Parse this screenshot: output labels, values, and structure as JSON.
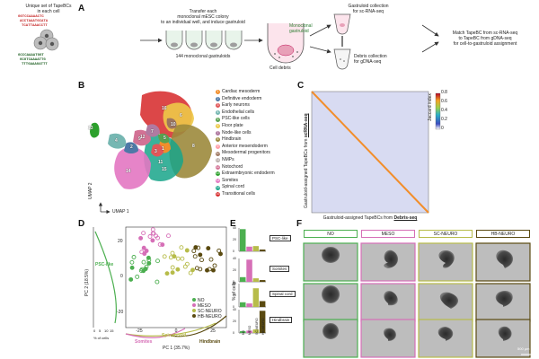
{
  "panels": {
    "a": "A",
    "b": "B",
    "c": "C",
    "d": "D",
    "e": "E",
    "f": "F"
  },
  "panel_a": {
    "barcode_title": "Unique set of TapeBCs\nin each cell",
    "seq_top": [
      "GGTCCAAAACTC",
      "ACCTAAATGCATA",
      "TCATTAAACCTT"
    ],
    "seq_bottom": [
      "GCCCAAAATGGT",
      "GCGTCAAAATTG",
      "TTTGAAAGATTT"
    ],
    "transfer_text": "Transfer each\nmonoclonal mESC colony\nto an individual well, and induce gastruloid",
    "count_text": "144 monoclonal gastruloids",
    "monoclonal_label": "Monoclonal\ngastruloid",
    "debris_label": "Cell debris",
    "scrna_text": "Gastruloid collection\nfor sc-RNA-seq",
    "gdna_text": "Debris collection\nfor gDNA-seq",
    "match_text": "Match TapeBC from sc-RNA-seq\nto TapeBC from gDNA-seq\nfor cell-to-gastruloid assignment"
  },
  "panel_b": {
    "umap_x": "UMAP 1",
    "umap_y": "UMAP 2",
    "cluster_numbers": [
      "1",
      "2",
      "3",
      "4",
      "5",
      "6",
      "7",
      "8",
      "9",
      "10",
      "11",
      "12",
      "13",
      "14",
      "15",
      "16"
    ],
    "clusters": [
      {
        "n": "1",
        "label": "Cardiac mesoderm",
        "color": "#f28e2b"
      },
      {
        "n": "2",
        "label": "Definitive endoderm",
        "color": "#4e79a7"
      },
      {
        "n": "3",
        "label": "Early neurons",
        "color": "#e15759"
      },
      {
        "n": "4",
        "label": "Endothelial cells",
        "color": "#76b7b2"
      },
      {
        "n": "5",
        "label": "PSC-like cells",
        "color": "#59a14f"
      },
      {
        "n": "6",
        "label": "Floor plate",
        "color": "#edc948"
      },
      {
        "n": "7",
        "label": "Node-like cells",
        "color": "#b07aa1"
      },
      {
        "n": "8",
        "label": "Hindbrain",
        "color": "#9c8a3c"
      },
      {
        "n": "9",
        "label": "Anterior mesendoderm",
        "color": "#ff9da7"
      },
      {
        "n": "10",
        "label": "Mesodermal progenitors",
        "color": "#9c755f"
      },
      {
        "n": "11",
        "label": "NMPs",
        "color": "#bab0ac"
      },
      {
        "n": "12",
        "label": "Notochord",
        "color": "#d37295"
      },
      {
        "n": "13",
        "label": "Extraembryonic endoderm",
        "color": "#2ca02c"
      },
      {
        "n": "14",
        "label": "Somites",
        "color": "#e377c2"
      },
      {
        "n": "15",
        "label": "Spinal cord",
        "color": "#17a589"
      },
      {
        "n": "16",
        "label": "Transitional cells",
        "color": "#d62728"
      }
    ]
  },
  "panel_c": {
    "colorbar_title": "Jaccard index",
    "colorbar_ticks": [
      "0.8",
      "0.6",
      "0.4",
      "0.2",
      "0"
    ],
    "ylabel_prefix": "Gastruloid-assigned TapeBCs from ",
    "ylabel_bold": "scRNA-seq",
    "xlabel_prefix": "Gastruloid-assigned TapeBCs from ",
    "xlabel_bold": "Debris-seq"
  },
  "panel_d": {
    "xlabel": "PC 1 (35.7%)",
    "ylabel": "PC 2 (18.5%)",
    "x_ticks": [
      "-25",
      "0",
      "25"
    ],
    "y_ticks": [
      "20",
      "0",
      "-20"
    ],
    "side_ticks": [
      "0",
      "5",
      "10",
      "15"
    ],
    "side_label": "% of cells",
    "annot_psc": "PSC-like",
    "annot_somites": "Somites",
    "annot_spinal": "Spinal cord",
    "annot_hindbrain": "Hindbrain",
    "legend": [
      {
        "name": "NO",
        "color": "#4caf50"
      },
      {
        "name": "MESO",
        "color": "#d66fb7"
      },
      {
        "name": "SC-NEURO",
        "color": "#b7bc4a"
      },
      {
        "name": "HB-NEURO",
        "color": "#5a4a10"
      }
    ]
  },
  "panel_e": {
    "ylabel": "% of cells",
    "y_ticks": [
      "40",
      "30",
      "20",
      "10",
      "0"
    ],
    "categories": [
      "NO",
      "MESO",
      "SC-NEURO",
      "HB-NEURO"
    ],
    "colors": [
      "#4caf50",
      "#d66fb7",
      "#b7bc4a",
      "#5a4a10"
    ],
    "groups": [
      {
        "label": "PSC-like",
        "values": [
          38,
          8,
          9,
          3
        ]
      },
      {
        "label": "Somites",
        "values": [
          8,
          38,
          6,
          3
        ]
      },
      {
        "label": "Spinal cord",
        "values": [
          8,
          6,
          32,
          10
        ]
      },
      {
        "label": "Hindbrain",
        "values": [
          3,
          4,
          6,
          38
        ]
      }
    ]
  },
  "panel_f": {
    "columns": [
      {
        "title": "NO",
        "color": "#4caf50"
      },
      {
        "title": "MESO",
        "color": "#d66fb7"
      },
      {
        "title": "SC-NEURO",
        "color": "#b7bc4a"
      },
      {
        "title": "HB-NEURO",
        "color": "#5a4a10"
      }
    ],
    "scalebar": "500 µm"
  }
}
